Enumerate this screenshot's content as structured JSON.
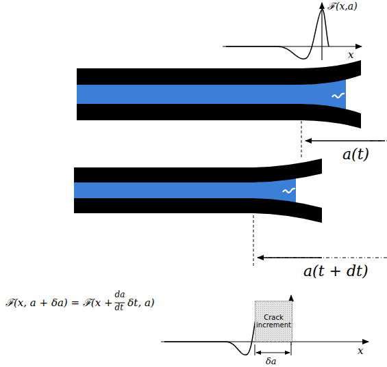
{
  "diagram": {
    "nodes": [
      {
        "text": [
          "Crack increment"
        ]
      }
    ],
    "labels": [
      "ℱ(x,a)",
      "x",
      "a(t)",
      "a(t + dt)",
      "ℱ(x, a + δa) = ℱ(x +",
      "da",
      "dt",
      "δt, a)",
      "δa",
      "x"
    ]
  }
}
